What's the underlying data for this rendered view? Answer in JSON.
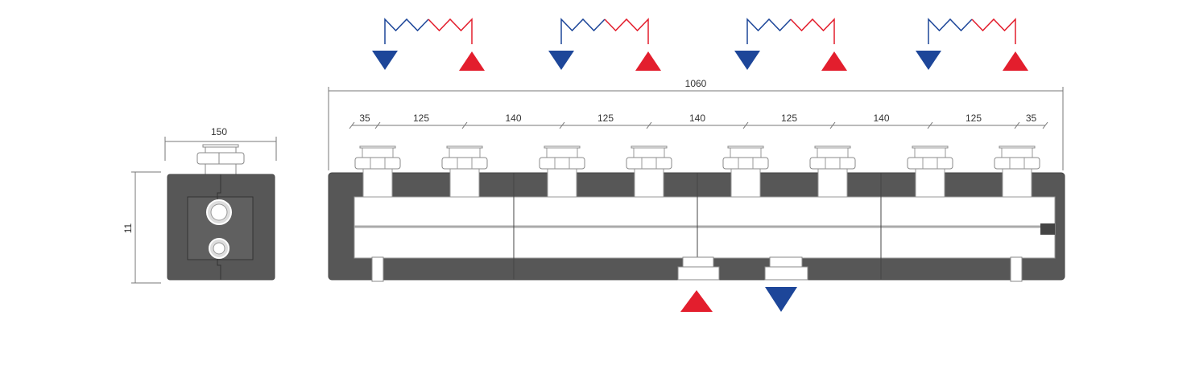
{
  "side_view": {
    "width_label": "150",
    "height_label": "11"
  },
  "front_view": {
    "total_label": "1060",
    "segment_labels": [
      "35",
      "125",
      "140",
      "125",
      "140",
      "125",
      "140",
      "125",
      "35"
    ]
  },
  "circuits": [
    {
      "supply": "down",
      "return": "up"
    },
    {
      "supply": "down",
      "return": "up"
    },
    {
      "supply": "down",
      "return": "up"
    },
    {
      "supply": "down",
      "return": "up"
    }
  ],
  "main_connections": [
    {
      "flow": "up",
      "color": "red"
    },
    {
      "flow": "down",
      "color": "blue"
    }
  ],
  "colors": {
    "hot": "#e31e2d",
    "cold": "#1d4699",
    "insulation": "#575757"
  }
}
